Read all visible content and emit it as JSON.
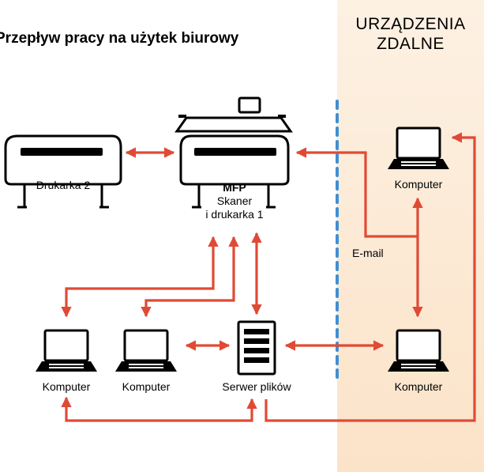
{
  "title": "Przepływ pracy na użytek biurowy",
  "remote_zone": {
    "line1": "URZĄDZENIA",
    "line2": "ZDALNE"
  },
  "devices": {
    "printer2": "Drukarka 2",
    "mfp_name": "MFP",
    "mfp_line2": "Skaner",
    "mfp_line3": "i drukarka 1",
    "remote_top_computer": "Komputer",
    "office_computer_1": "Komputer",
    "office_computer_2": "Komputer",
    "file_server": "Serwer plików",
    "remote_bottom_computer": "Komputer"
  },
  "email_label": "E-mail",
  "colors": {
    "arrow": "#e04a35",
    "divider": "#3f8fd2",
    "remote_bg": "#fbe8d2"
  }
}
